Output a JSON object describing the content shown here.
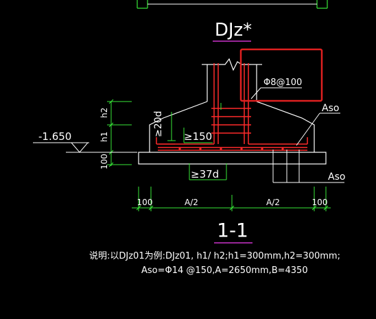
{
  "title": "DJz*",
  "section_label": "1-1",
  "elevation": "-1.650",
  "stirrup_label": "Φ8@100",
  "aso_top": "Aso",
  "aso_bottom": "Aso",
  "anchor_20d": "≥20d",
  "min_150": "≥150",
  "anchor_37d": "≥37d",
  "dim_h2": "h2",
  "dim_h1": "h1",
  "dim_100_vertical": "100",
  "bottom_dims": [
    "100",
    "A/2",
    "A/2",
    "100"
  ],
  "note_line1": "说明:以DJz01为例:DJz01, h1/ h2;h1=300mm,h2=300mm;",
  "note_line2": "Aso=Φ14 @150,A=2650mm,B=4350",
  "colors": {
    "background": "#000000",
    "line": "#ffffff",
    "dimension": "#38e838",
    "rebar": "#ff2a2a",
    "highlight_box": "#e02020",
    "title_underline": "#cc33cc"
  }
}
